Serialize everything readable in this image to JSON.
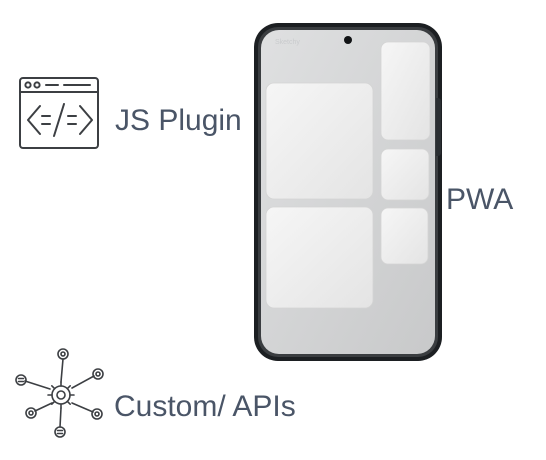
{
  "labels": {
    "js_plugin": "JS Plugin",
    "pwa": "PWA",
    "custom_apis": "Custom/ APIs"
  },
  "phone": {
    "status_left": "Sketchy",
    "status_right": "···· ▭"
  },
  "colors": {
    "label_text": "#4a5567",
    "icon_stroke": "#3c3f43",
    "phone_frame": "#1c1f22",
    "phone_screen": "#d6d7d8",
    "tile": "#ececec"
  },
  "icons": {
    "js_plugin": "code-window-icon",
    "custom_apis": "api-network-icon",
    "pwa": "smartphone-icon"
  }
}
